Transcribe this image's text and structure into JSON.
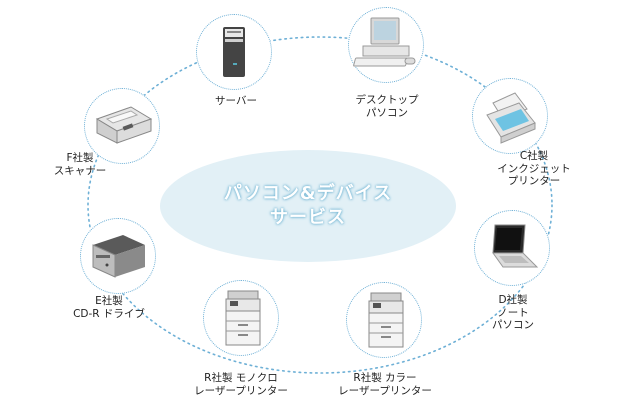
{
  "center": {
    "line1": "パソコン&デバイス",
    "line2": "サービス"
  },
  "devices": {
    "server": {
      "icon": "server-icon",
      "lines": [
        "サーバー"
      ]
    },
    "desktop": {
      "icon": "desktop-pc-icon",
      "lines": [
        "デスクトップ",
        "パソコン"
      ]
    },
    "inkjet": {
      "icon": "inkjet-printer-icon",
      "lines": [
        "C社製",
        "インクジェット",
        "プリンター"
      ]
    },
    "notebook": {
      "icon": "laptop-icon",
      "lines": [
        "D社製",
        "ノート",
        "パソコン"
      ]
    },
    "color_laser": {
      "icon": "copier-icon",
      "lines": [
        "R社製 カラー",
        "レーザープリンター"
      ]
    },
    "mono_laser": {
      "icon": "copier-icon",
      "lines": [
        "R社製 モノクロ",
        "レーザープリンター"
      ]
    },
    "cdr_drive": {
      "icon": "cdr-drive-icon",
      "lines": [
        "E社製",
        "CD-R ドライブ"
      ]
    },
    "scanner": {
      "icon": "scanner-icon",
      "lines": [
        "F社製",
        "スキャナー"
      ]
    }
  },
  "colors": {
    "ellipse_fill": "#e2f0f6",
    "ring_dots": "#6eb0d6",
    "center_text": "#ffffff"
  }
}
